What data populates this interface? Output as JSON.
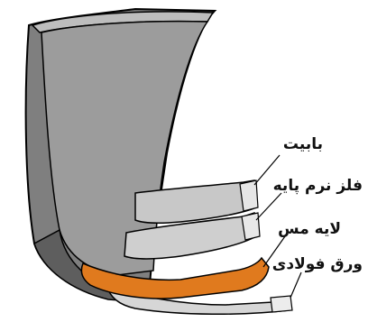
{
  "labels": {
    "babbitt": "بابیت",
    "base_soft_metal": "فلز نرم پایه",
    "copper_layer": "لایه مس",
    "steel_sheet": "ورق فولادی"
  },
  "colors": {
    "outer_shell": "#8e8e8e",
    "inner_surface": "#9c9c9c",
    "babbitt_layer": "#c8c8c8",
    "copper_layer": "#e07a1e",
    "steel_layer": "#d6d6d6",
    "outline": "#000000"
  }
}
